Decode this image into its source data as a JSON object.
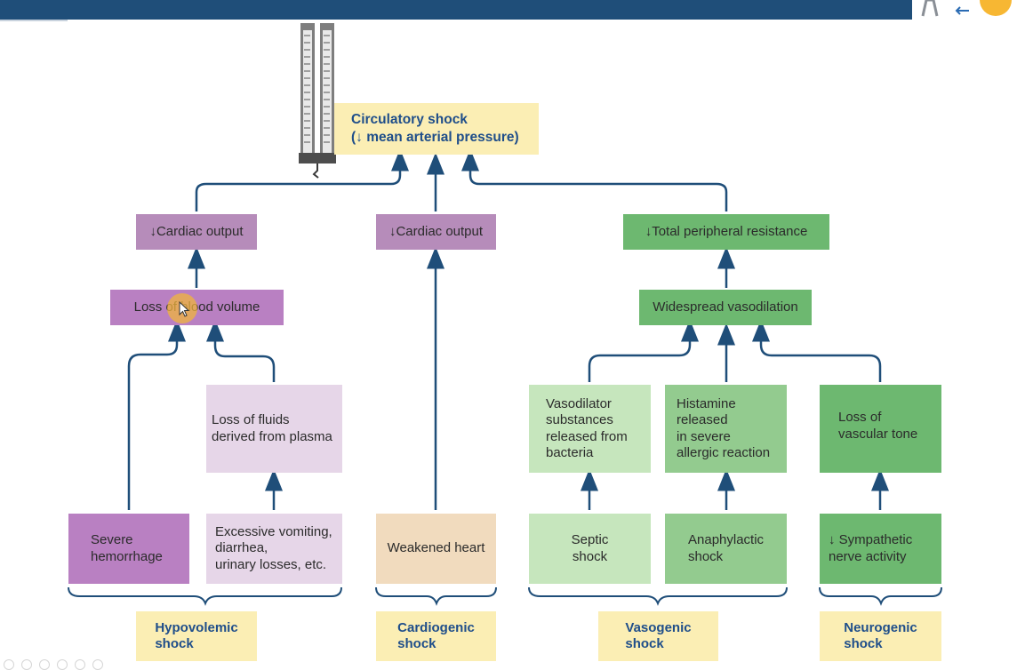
{
  "colors": {
    "header_bar": "#1f4e79",
    "arrows": "#1f4e79",
    "hypovolemic_dark": "#b980c2",
    "cardiogenic_tan": "#f1dbbe",
    "vasogenic_green": "#6db870",
    "label_yellow": "#fbeeb4",
    "label_text": "#1f4e8a"
  },
  "header": {
    "icons": [
      "person-icon",
      "arrow-left-icon"
    ]
  },
  "apex": {
    "line1": "Circulatory shock",
    "line2": "(↓ mean arterial pressure)",
    "icon": "manometer-icon"
  },
  "level1": {
    "hypo_output": "↓Cardiac output",
    "cardio_output": "↓Cardiac output",
    "vaso_resistance": "↓Total peripheral resistance"
  },
  "level2": {
    "blood_volume": "Loss of blood volume",
    "vasodilation": "Widespread vasodilation"
  },
  "level3": {
    "plasma_fluids": "Loss of fluids\nderived from plasma",
    "vasodilator_substances": "Vasodilator\nsubstances\nreleased from\nbacteria",
    "histamine": "Histamine\nreleased\nin severe\nallergic reaction",
    "vascular_tone": "Loss of\nvascular tone"
  },
  "causes": {
    "hemorrhage": "Severe\nhemorrhage",
    "vomiting": "Excessive vomiting,\ndiarrhea,\nurinary losses, etc.",
    "weakened_heart": "Weakened heart",
    "septic": "Septic\nshock",
    "anaphylactic": "Anaphylactic\nshock",
    "sympathetic": "↓ Sympathetic\nnerve activity"
  },
  "shock_types": {
    "hypovolemic": "Hypovolemic\nshock",
    "cardiogenic": "Cardiogenic\nshock",
    "vasogenic": "Vasogenic\nshock",
    "neurogenic": "Neurogenic\nshock"
  }
}
